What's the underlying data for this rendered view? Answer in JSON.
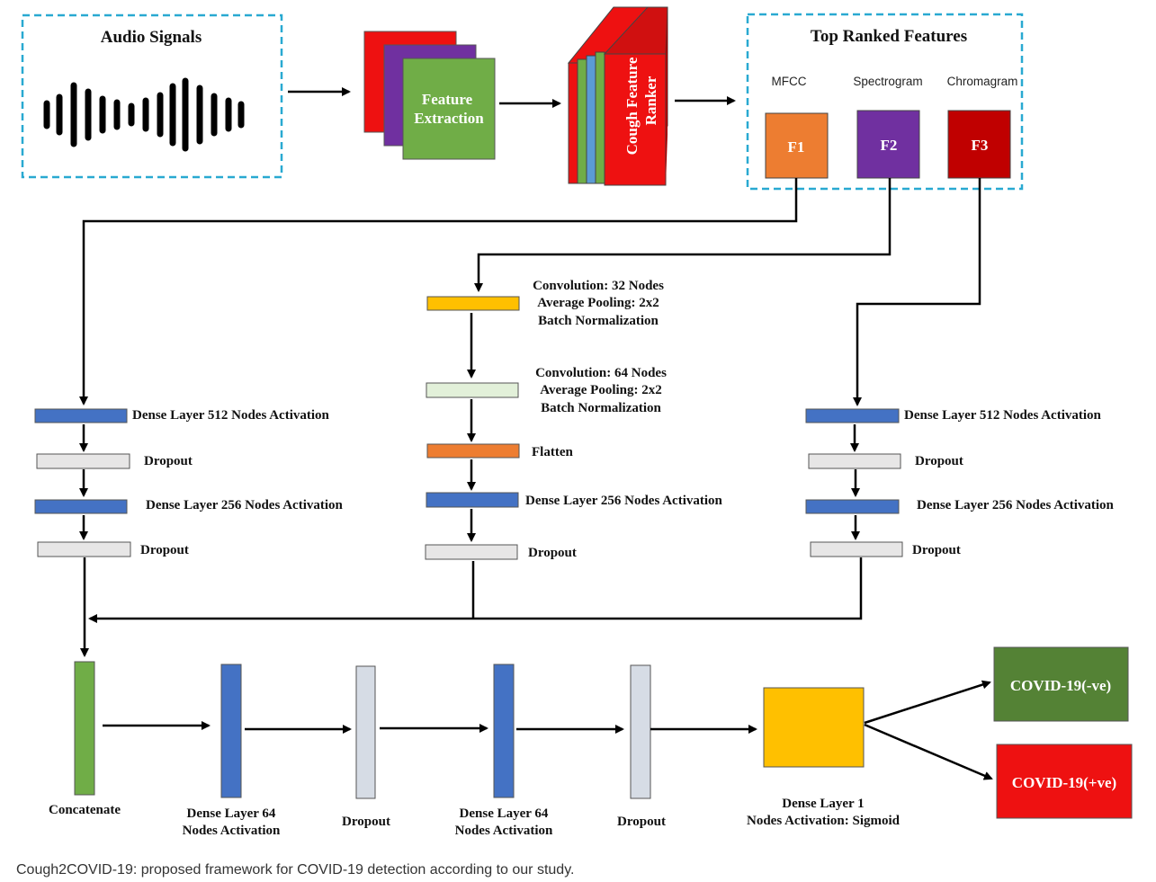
{
  "audio": {
    "title": "Audio Signals",
    "wave_icon": "waveform-icon"
  },
  "feature_extraction": {
    "line1": "Feature",
    "line2": "Extraction"
  },
  "ranker": {
    "line1": "Cough Feature",
    "line2": "Ranker"
  },
  "top_features": {
    "title": "Top Ranked Features",
    "labels": [
      "MFCC",
      "Spectrogram",
      "Chromagram"
    ],
    "boxes": [
      "F1",
      "F2",
      "F3"
    ]
  },
  "left_branch": {
    "dense1": "Dense Layer 512 Nodes Activation",
    "dropout1": "Dropout",
    "dense2": "Dense Layer 256 Nodes Activation",
    "dropout2": "Dropout"
  },
  "middle_branch": {
    "conv1": [
      "Convolution: 32 Nodes",
      "Average Pooling: 2x2",
      "Batch Normalization"
    ],
    "conv2": [
      "Convolution: 64 Nodes",
      "Average Pooling: 2x2",
      "Batch Normalization"
    ],
    "flatten": "Flatten",
    "dense": "Dense Layer 256  Nodes Activation",
    "dropout": "Dropout"
  },
  "right_branch": {
    "dense1": "Dense Layer 512 Nodes Activation",
    "dropout1": "Dropout",
    "dense2": "Dense Layer 256 Nodes Activation",
    "dropout2": "Dropout"
  },
  "bottom": {
    "concat": "Concatenate",
    "dense64a": [
      "Dense Layer 64",
      "Nodes Activation"
    ],
    "dropout_a": "Dropout",
    "dense64b": [
      "Dense Layer 64",
      "Nodes Activation"
    ],
    "dropout_b": "Dropout",
    "dense1": [
      "Dense Layer 1",
      "Nodes Activation: Sigmoid"
    ]
  },
  "outputs": {
    "negative": "COVID-19(-ve)",
    "positive": "COVID-19(+ve)"
  },
  "caption": "Cough2COVID-19: proposed framework for COVID-19 detection according to our study.",
  "colors": {
    "dashed_border": "#29a9d1",
    "red": "#ee1111",
    "purple": "#7030a0",
    "green": "#70ad47",
    "blue": "#4472c4",
    "orange": "#ed7d31",
    "darkred": "#c00000",
    "gold": "#ffc000",
    "mint": "#e2f0d9",
    "lightgray": "#e7e6e6",
    "bluegray": "#d6dce5",
    "darkgreen": "#548235"
  }
}
